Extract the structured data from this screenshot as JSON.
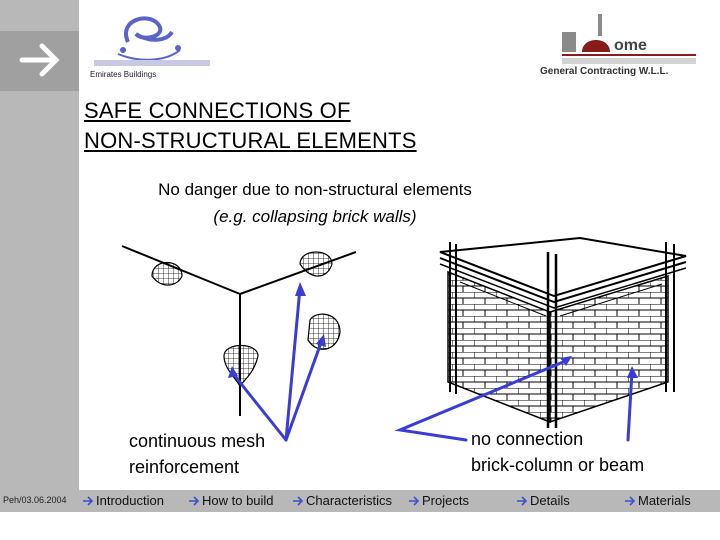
{
  "header": {
    "logo_left_caption": "Emirates Buildings",
    "logo_right_caption": "General Contracting W.L.L."
  },
  "slide": {
    "title_line1": "SAFE CONNECTIONS OF",
    "title_line2": "NON-STRUCTURAL ELEMENTS",
    "subtitle_line1": "No danger due to non-structural elements",
    "subtitle_line2": "(e.g. collapsing brick walls)",
    "label_left_line1": "continuous mesh",
    "label_left_line2": "reinforcement",
    "label_right_line1": "no connection",
    "label_right_line2": "brick-column or beam"
  },
  "footer": {
    "date": "Peh/03.06.2004",
    "nav": [
      {
        "label": "Introduction"
      },
      {
        "label": "How to build"
      },
      {
        "label": "Characteristics"
      },
      {
        "label": "Projects"
      },
      {
        "label": "Details"
      },
      {
        "label": "Materials"
      }
    ]
  },
  "colors": {
    "sidebar": "#b8b8b8",
    "arrow": "#ffffff",
    "nav_arrow": "#3b4fc8",
    "pointer": "#3b3bd6"
  }
}
